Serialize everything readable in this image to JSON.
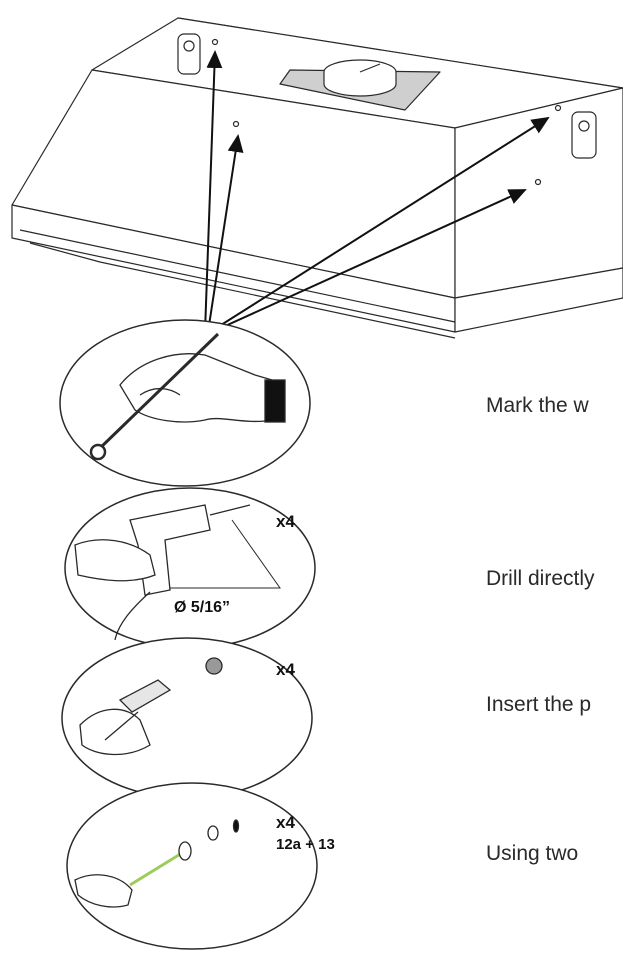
{
  "steps": [
    {
      "text": "Mark the w"
    },
    {
      "text": "Drill directly",
      "qty": "x4",
      "diameter": "Ø 5/16”"
    },
    {
      "text": "Insert the p",
      "qty": "x4"
    },
    {
      "text": "Using two",
      "qty": "x4",
      "parts": "12a + 13"
    }
  ],
  "colors": {
    "wall_panel": "#d9d9d9",
    "line": "#2a2a2a",
    "screw_shaft": "#9ccc5a"
  }
}
